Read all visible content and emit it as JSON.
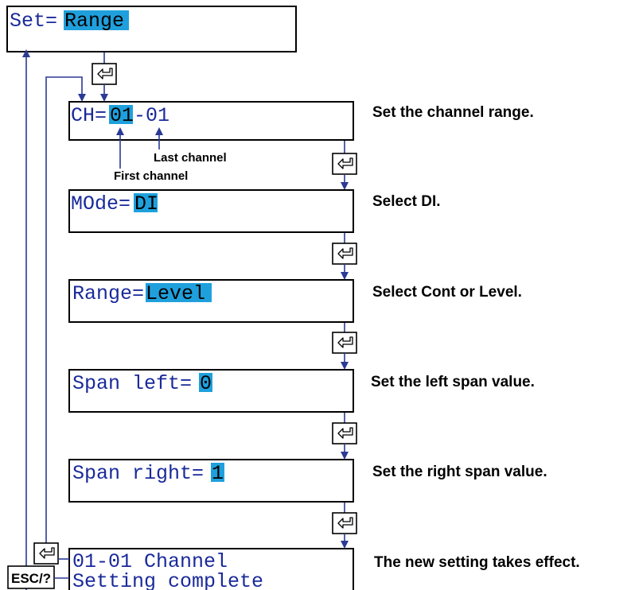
{
  "colors": {
    "highlight": "#1fa0dc",
    "flow_line": "#2b3a94",
    "lcd_text": "#1a2a9a",
    "border": "#000000"
  },
  "top_screen": {
    "prefix": "Set=",
    "value": "Range"
  },
  "steps": [
    {
      "prefix": "CH=",
      "value": "01",
      "suffix": "-01",
      "description": "Set the channel range.",
      "annotations": {
        "last": "Last channel",
        "first": "First channel"
      }
    },
    {
      "prefix": "MOde=",
      "value": "DI",
      "suffix": "",
      "description": "Select DI."
    },
    {
      "prefix": "Range=",
      "value": "Level",
      "suffix": "",
      "description": "Select Cont or Level."
    },
    {
      "prefix": "Span left=",
      "value": "0",
      "suffix": "",
      "description": "Set the left span value."
    },
    {
      "prefix": "Span right=",
      "value": "1",
      "suffix": "",
      "description": "Set the right span value."
    }
  ],
  "final_screen": {
    "line1": "01-01 Channel",
    "line2": "Setting complete",
    "description": "The new setting takes effect."
  },
  "keys": {
    "enter_icon": "enter-key-icon",
    "esc_label": "ESC/?"
  }
}
